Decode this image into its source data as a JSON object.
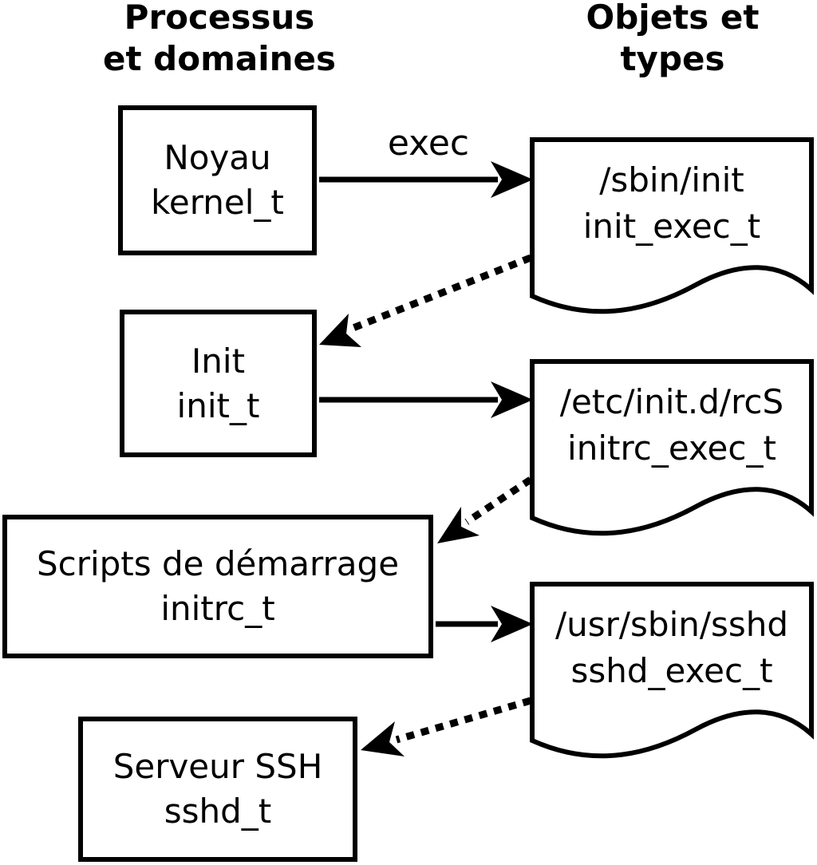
{
  "columns": {
    "left": {
      "line1": "Processus",
      "line2": "et domaines"
    },
    "right": {
      "line1": "Objets et",
      "line2": "types"
    }
  },
  "processes": [
    {
      "label": "Noyau",
      "domain": "kernel_t"
    },
    {
      "label": "Init",
      "domain": "init_t"
    },
    {
      "label": "Scripts de démarrage",
      "domain": "initrc_t"
    },
    {
      "label": "Serveur SSH",
      "domain": "sshd_t"
    }
  ],
  "objects": [
    {
      "path": "/sbin/init",
      "type": "init_exec_t"
    },
    {
      "path": "/etc/init.d/rcS",
      "type": "initrc_exec_t"
    },
    {
      "path": "/usr/sbin/sshd",
      "type": "sshd_exec_t"
    }
  ],
  "edges": [
    {
      "from": "kernel_t",
      "to": "init_exec_t",
      "style": "solid",
      "label": "exec"
    },
    {
      "from": "init_exec_t",
      "to": "init_t",
      "style": "dotted",
      "label": ""
    },
    {
      "from": "init_t",
      "to": "initrc_exec_t",
      "style": "solid",
      "label": ""
    },
    {
      "from": "initrc_exec_t",
      "to": "initrc_t",
      "style": "dotted",
      "label": ""
    },
    {
      "from": "initrc_t",
      "to": "sshd_exec_t",
      "style": "solid",
      "label": ""
    },
    {
      "from": "sshd_exec_t",
      "to": "sshd_t",
      "style": "dotted",
      "label": ""
    }
  ],
  "colors": {
    "stroke": "#000000",
    "background": "#ffffff",
    "text": "#000000"
  }
}
